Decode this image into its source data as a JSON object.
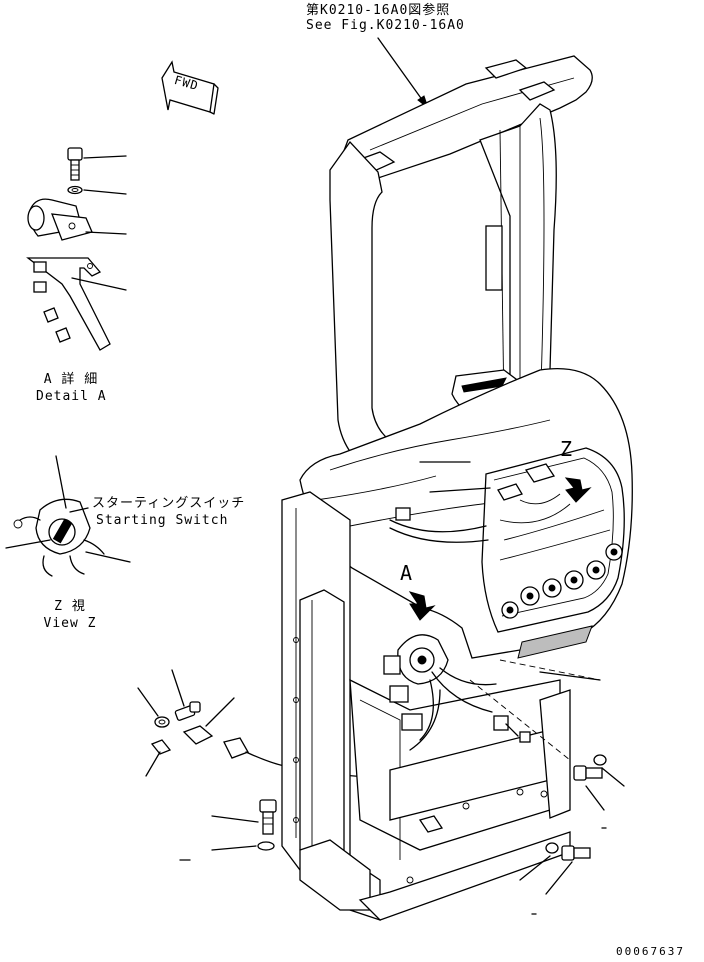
{
  "ref_note": {
    "line1": "第K0210-16A0図参照",
    "line2": "See Fig.K0210-16A0"
  },
  "fwd_arrow": {
    "label": "FWD"
  },
  "detail_a": {
    "title_jp": "A 詳 細",
    "title_en": "Detail A"
  },
  "starting_switch": {
    "label_jp": "スターティングスイッチ",
    "label_en": "Starting Switch"
  },
  "view_z": {
    "title_jp": "Z 視",
    "title_en": "View Z"
  },
  "view_markers": {
    "a": "A",
    "z": "Z"
  },
  "drawing_number": "00067637",
  "icons": [
    "fwd-arrow-icon",
    "view-direction-arrow-icon"
  ]
}
